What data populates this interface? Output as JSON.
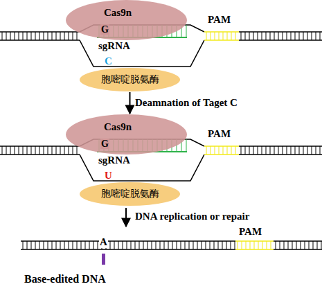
{
  "diagram": {
    "nodes": [
      {
        "text": [
          "Cas9n",
          "G"
        ]
      },
      {
        "text": [
          "C",
          "胞嘧啶脱氨酶"
        ]
      },
      {
        "text": [
          "Cas9n",
          "G"
        ]
      },
      {
        "text": [
          "U",
          "胞嘧啶脱氨酶"
        ]
      }
    ],
    "edges": [
      {
        "from": 1,
        "to": 2,
        "arrow": "to",
        "label": "Deamnation of Taget C"
      }
    ],
    "labels": [
      "sgRNA",
      "PAM",
      "sgRNA",
      "PAM",
      "DNA replication or repair",
      "A",
      "PAM",
      "Base-edited DNA"
    ]
  }
}
